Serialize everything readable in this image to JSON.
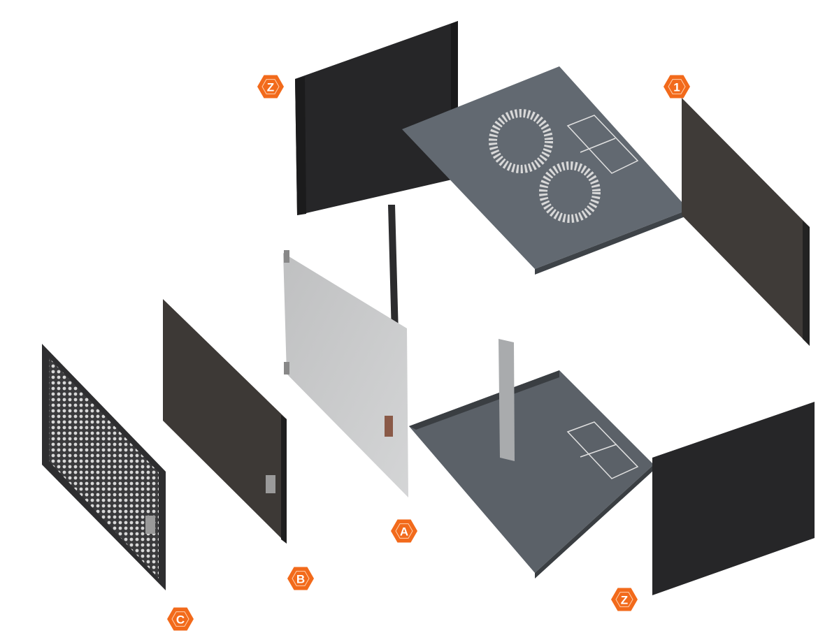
{
  "diagram": {
    "callouts": [
      {
        "id": "z-top",
        "text": "Z"
      },
      {
        "id": "one",
        "text": "1"
      },
      {
        "id": "a",
        "text": "A"
      },
      {
        "id": "b",
        "text": "B"
      },
      {
        "id": "c",
        "text": "C"
      },
      {
        "id": "z-bottom",
        "text": "Z"
      }
    ],
    "colors": {
      "badge": "#f26a1b",
      "panel_dark": "#2a2a2c",
      "panel_brown": "#3e3b39",
      "panel_grey": "#5f666d",
      "glass": "#c9cacb"
    }
  }
}
